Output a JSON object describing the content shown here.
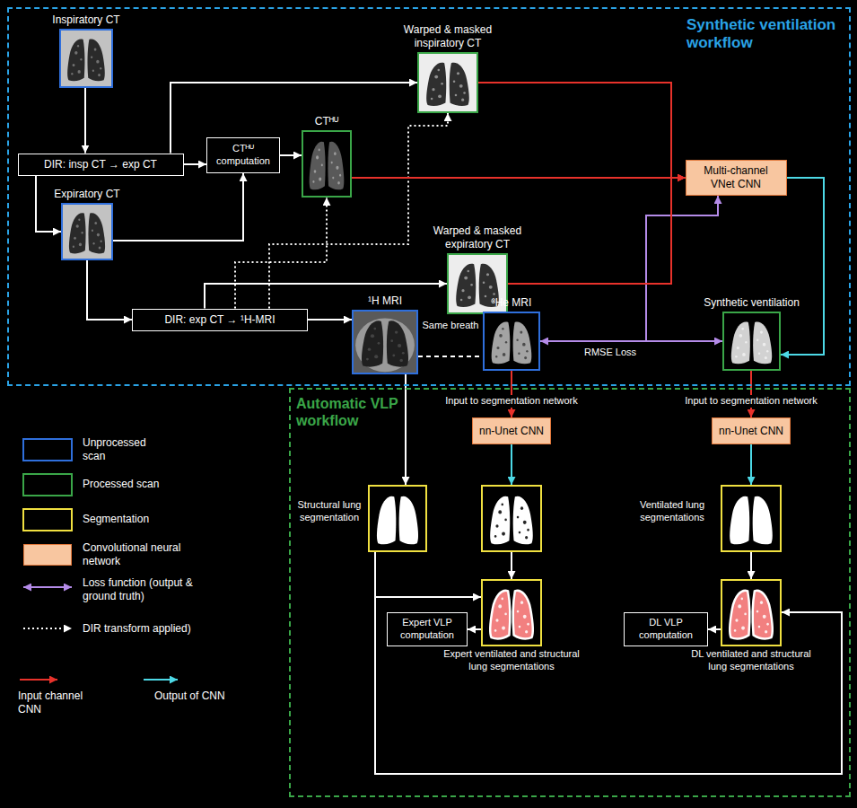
{
  "diagram": {
    "nodes": [
      {
        "text": [
          "Synthetic ventilation workflow"
        ]
      },
      {
        "text": [
          "Inspiratory CT"
        ],
        "in": 0
      },
      {
        "text": [
          "DIR: insp CT → exp CT"
        ],
        "in": 0
      },
      {
        "text": [
          "Expiratory CT"
        ],
        "in": 0
      },
      {
        "text": [
          "CTᴴᵁ computation"
        ],
        "in": 0
      },
      {
        "text": [
          "CTᴴᵁ"
        ],
        "in": 0
      },
      {
        "text": [
          "Warped & masked inspiratory CT"
        ],
        "in": 0
      },
      {
        "text": [
          "Multi-channel VNet CNN"
        ],
        "in": 0
      },
      {
        "text": [
          "Warped & masked expiratory CT"
        ],
        "in": 0
      },
      {
        "text": [
          "DIR: exp CT → ¹H-MRI"
        ],
        "in": 0
      },
      {
        "text": [
          "¹H MRI"
        ],
        "in": 0
      },
      {
        "text": [
          "³He MRI"
        ],
        "in": 0
      },
      {
        "text": [
          "Synthetic ventilation"
        ],
        "in": 0
      },
      {
        "text": [
          "Automatic VLP workflow"
        ]
      },
      {
        "text": [
          "nn-Unet CNN"
        ],
        "in": 13
      },
      {
        "text": [
          "nn-Unet CNN"
        ],
        "in": 13
      },
      {
        "text": [
          "Structural lung segmentation"
        ],
        "in": 13
      },
      {
        "text": [],
        "in": 13
      },
      {
        "text": [
          "Ventilated lung segmentations"
        ],
        "in": 13
      },
      {
        "text": [
          "Expert ventilated and structural lung segmentations"
        ],
        "in": 13
      },
      {
        "text": [
          "DL ventilated and structural lung segmentations"
        ],
        "in": 13
      },
      {
        "text": [
          "Expert VLP computation"
        ],
        "in": 13
      },
      {
        "text": [
          "DL VLP computation"
        ],
        "in": 13
      }
    ],
    "edges": [
      {
        "from": 1,
        "to": 2,
        "arrow": "to"
      },
      {
        "from": 2,
        "to": 3,
        "arrow": "to"
      },
      {
        "from": 2,
        "to": 4,
        "arrow": "to"
      },
      {
        "from": 2,
        "to": 6,
        "arrow": "to"
      },
      {
        "from": 3,
        "to": 4,
        "arrow": "to"
      },
      {
        "from": 4,
        "to": 5,
        "arrow": "to"
      },
      {
        "from": 3,
        "to": 9,
        "arrow": "to"
      },
      {
        "from": 9,
        "to": 10,
        "arrow": "to"
      },
      {
        "from": 9,
        "to": 8,
        "arrow": "to"
      },
      {
        "from": 9,
        "to": 5,
        "arrow": "to"
      },
      {
        "from": 9,
        "to": 6,
        "arrow": "to"
      },
      {
        "from": 6,
        "to": 7,
        "arrow": "to"
      },
      {
        "from": 5,
        "to": 7,
        "arrow": "to"
      },
      {
        "from": 8,
        "to": 7,
        "arrow": "to"
      },
      {
        "from": 7,
        "to": 12,
        "arrow": "to"
      },
      {
        "from": 11,
        "to": 12,
        "arrow": "both",
        "label": "RMSE Loss"
      },
      {
        "from": 10,
        "to": 11,
        "arrow": "none",
        "label": "Same breath"
      },
      {
        "from": 10,
        "to": 16,
        "arrow": "to"
      },
      {
        "from": 11,
        "to": 14,
        "arrow": "to",
        "label": "Input to segmentation network"
      },
      {
        "from": 12,
        "to": 15,
        "arrow": "to",
        "label": "Input to segmentation network"
      },
      {
        "from": 14,
        "to": 17,
        "arrow": "to"
      },
      {
        "from": 15,
        "to": 18,
        "arrow": "to"
      },
      {
        "from": 17,
        "to": 19,
        "arrow": "to"
      },
      {
        "from": 18,
        "to": 20,
        "arrow": "to"
      },
      {
        "from": 16,
        "to": 19,
        "arrow": "to"
      },
      {
        "from": 16,
        "to": 20,
        "arrow": "to"
      },
      {
        "from": 19,
        "to": 21,
        "arrow": "to"
      },
      {
        "from": 20,
        "to": 22,
        "arrow": "to"
      }
    ],
    "legend": [
      {
        "text": "Unprocessed scan"
      },
      {
        "text": "Processed scan"
      },
      {
        "text": "Segmentation"
      },
      {
        "text": "Convolutional neural network",
        "color": "#f8c6a0"
      },
      {
        "text": "Loss function (output & ground truth)"
      },
      {
        "text": "DIR transform applied)"
      },
      {
        "text": "Input channel CNN"
      },
      {
        "text": "Output of CNN"
      }
    ]
  }
}
